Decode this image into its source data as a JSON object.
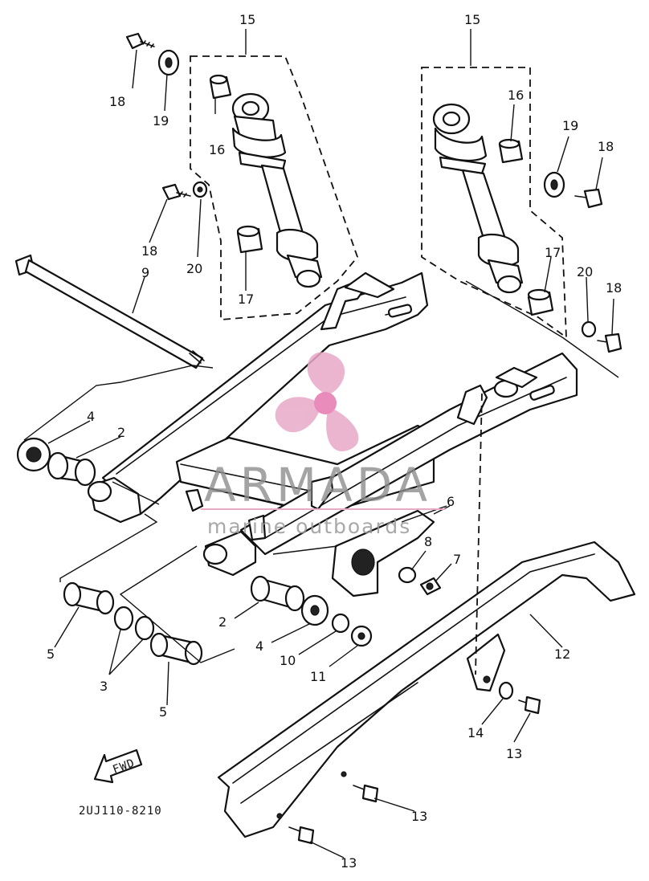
{
  "diagram": {
    "callouts": {
      "c15a": "15",
      "c15b": "15",
      "c16a": "16",
      "c16b": "16",
      "c17a": "17",
      "c17b": "17",
      "c18a": "18",
      "c18b": "18",
      "c18c": "18",
      "c18d": "18",
      "c19a": "19",
      "c19b": "19",
      "c20a": "20",
      "c20b": "20",
      "c9": "9",
      "c4a": "4",
      "c4b": "4",
      "c2a": "2",
      "c2b": "2",
      "c5a": "5",
      "c5b": "5",
      "c3": "3",
      "c6": "6",
      "c7": "7",
      "c8": "8",
      "c10": "10",
      "c11": "11",
      "c12": "12",
      "c13a": "13",
      "c13b": "13",
      "c13c": "13",
      "c14": "14"
    },
    "fwd_label": "FWD",
    "diagram_code": "2UJ110-8210"
  },
  "watermark": {
    "brand": "ARMADA",
    "tagline": "marine outboards",
    "logo_color": "#e8a9c8",
    "logo_center_color": "#e678b0"
  }
}
